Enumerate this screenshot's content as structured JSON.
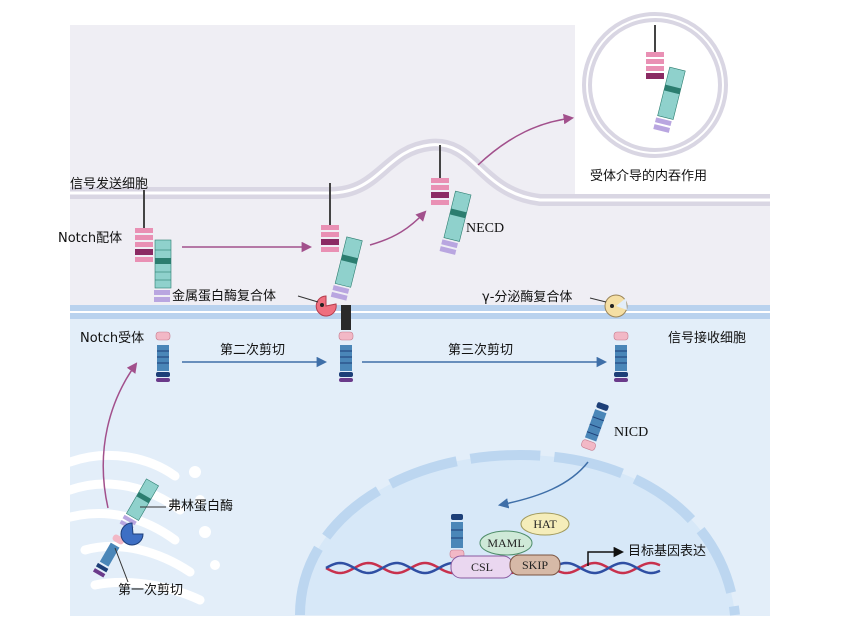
{
  "labels": {
    "signal_cell": "信号发送细胞",
    "notch_ligand": "Notch配体",
    "metalloprotease": "金属蛋白酶复合体",
    "notch_receptor": "Notch受体",
    "second_cleavage": "第二次剪切",
    "third_cleavage": "第三次剪切",
    "gamma_secretase": "γ-分泌酶复合体",
    "receiving_cell": "信号接收细胞",
    "necd": "NECD",
    "nicd": "NICD",
    "endocytosis": "受体介导的内吞作用",
    "furin": "弗林蛋白酶",
    "first_cleavage": "第一次剪切",
    "target_gene": "目标基因表达"
  },
  "complex": {
    "hat": "HAT",
    "maml": "MAML",
    "csl": "CSL",
    "skip": "SKIP"
  },
  "colors": {
    "upper_cell": "#efeef4",
    "lower_cell": "#e3eef9",
    "upper_membrane": "#d9d6e3",
    "lower_membrane": "#a8c5e8",
    "nucleus": "#d7e8f8",
    "arrow_purple": "#a2508c",
    "arrow_blue": "#3f6fa8",
    "ligand_pink": "#e990b4",
    "ligand_dark": "#8b2a63",
    "receptor_teal": "#8fd1cc",
    "receptor_dark": "#2b7d6f",
    "tm_lilac": "#b9a6e0",
    "notch_blue": "#4a86b8",
    "notch_navy": "#1d3f78",
    "dna_red": "#c8314d",
    "dna_blue": "#2f4fa3"
  }
}
